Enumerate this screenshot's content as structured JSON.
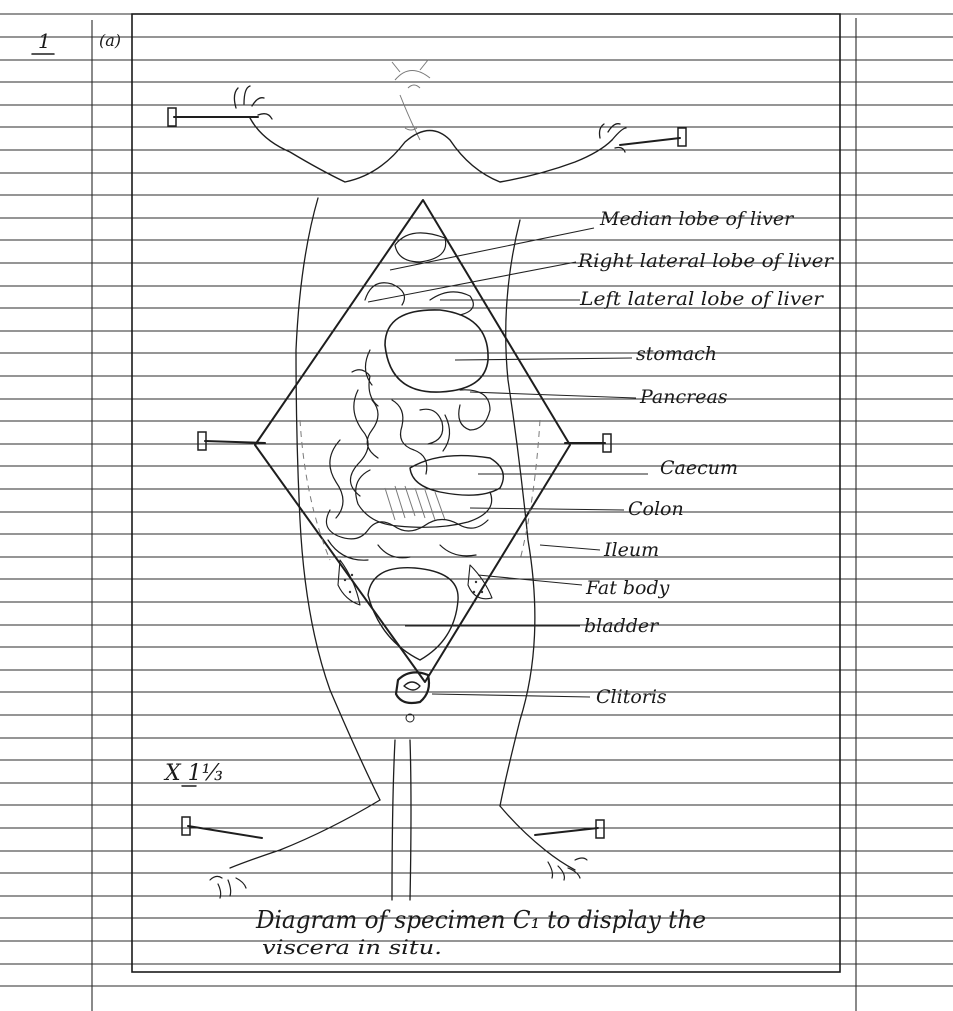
{
  "margin": {
    "question_number": "1",
    "sub_question": "(a)"
  },
  "diagram": {
    "labels": [
      "Median lobe of liver",
      "Right lateral lobe of liver",
      "Left lateral lobe of liver",
      "stomach",
      "Pancreas",
      "Caecum",
      "Colon",
      "Ileum",
      "Fat body",
      "bladder",
      "Clitoris"
    ],
    "magnification": "X 1⅓",
    "caption_line1": "Diagram of specimen C₁ to display the",
    "caption_line2": "viscera in situ."
  }
}
